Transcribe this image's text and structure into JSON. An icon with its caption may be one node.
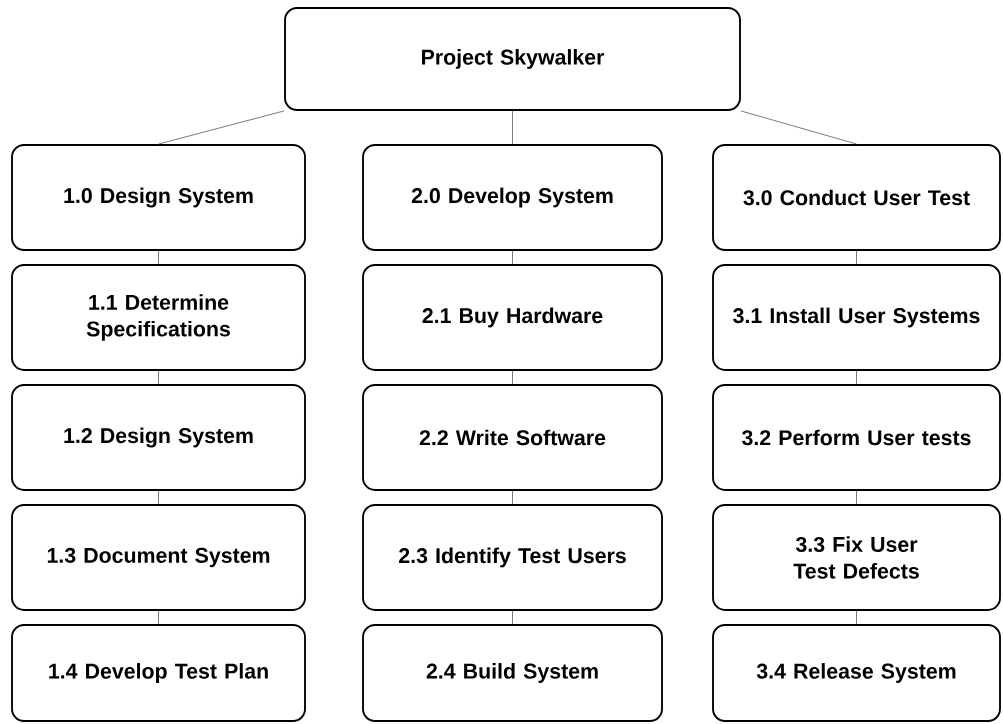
{
  "diagram": {
    "nodes": [
      {
        "text": [
          "Project Skywalker"
        ]
      },
      {
        "text": [
          "1.0 Design System"
        ]
      },
      {
        "text": [
          "1.1 Determine Specifications"
        ]
      },
      {
        "text": [
          "1.2 Design System"
        ]
      },
      {
        "text": [
          "1.3 Document System"
        ]
      },
      {
        "text": [
          "1.4 Develop Test Plan"
        ]
      },
      {
        "text": [
          "2.0 Develop System"
        ]
      },
      {
        "text": [
          "2.1 Buy Hardware"
        ]
      },
      {
        "text": [
          "2.2 Write Software"
        ]
      },
      {
        "text": [
          "2.3 Identify Test Users"
        ]
      },
      {
        "text": [
          "2.4 Build System"
        ]
      },
      {
        "text": [
          "3.0 Conduct User Test"
        ]
      },
      {
        "text": [
          "3.1 Install User Systems"
        ]
      },
      {
        "text": [
          "3.2 Perform User tests"
        ]
      },
      {
        "text": [
          "3.3 Fix User Test Defects"
        ]
      },
      {
        "text": [
          "3.4 Release System"
        ]
      }
    ],
    "edges": [
      {
        "from": 0,
        "to": 1,
        "arrow": "none"
      },
      {
        "from": 0,
        "to": 6,
        "arrow": "none"
      },
      {
        "from": 0,
        "to": 11,
        "arrow": "none"
      },
      {
        "from": 1,
        "to": 2,
        "arrow": "none"
      },
      {
        "from": 2,
        "to": 3,
        "arrow": "none"
      },
      {
        "from": 3,
        "to": 4,
        "arrow": "none"
      },
      {
        "from": 4,
        "to": 5,
        "arrow": "none"
      },
      {
        "from": 6,
        "to": 7,
        "arrow": "none"
      },
      {
        "from": 7,
        "to": 8,
        "arrow": "none"
      },
      {
        "from": 8,
        "to": 9,
        "arrow": "none"
      },
      {
        "from": 9,
        "to": 10,
        "arrow": "none"
      },
      {
        "from": 11,
        "to": 12,
        "arrow": "none"
      },
      {
        "from": 12,
        "to": 13,
        "arrow": "none"
      },
      {
        "from": 13,
        "to": 14,
        "arrow": "none"
      },
      {
        "from": 14,
        "to": 15,
        "arrow": "none"
      }
    ]
  }
}
